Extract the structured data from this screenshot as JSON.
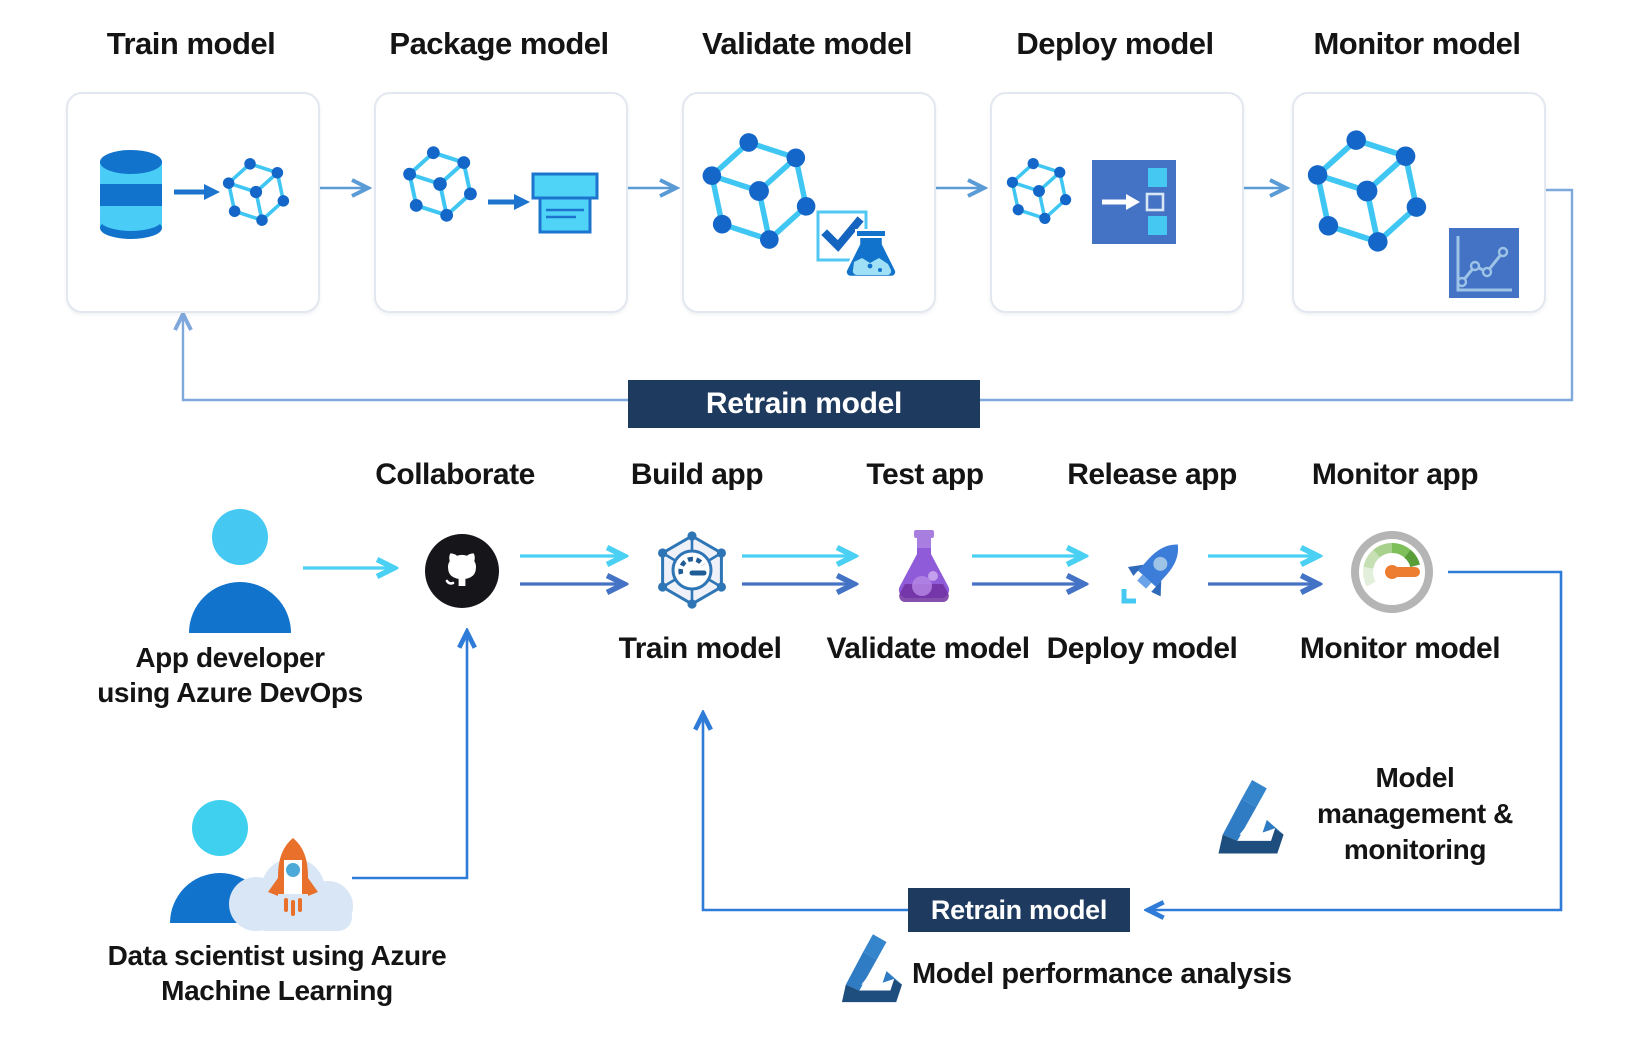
{
  "top_row": {
    "titles": [
      "Train model",
      "Package model",
      "Validate model",
      "Deploy model",
      "Monitor model"
    ],
    "retrain_banner": "Retrain model"
  },
  "app_flow": {
    "stage_labels": [
      "Collaborate",
      "Build app",
      "Test app",
      "Release app",
      "Monitor app"
    ],
    "model_labels": [
      "Train model",
      "Validate model",
      "Deploy model",
      "Monitor model"
    ],
    "retrain_banner": "Retrain model"
  },
  "actors": {
    "app_developer": {
      "line1": "App developer",
      "line2": "using Azure DevOps"
    },
    "data_scientist": {
      "line1": "Data scientist using Azure",
      "line2": "Machine Learning"
    }
  },
  "annotations": {
    "management": {
      "line1": "Model",
      "line2": "management &",
      "line3": "monitoring"
    },
    "performance": {
      "text": "Model performance analysis"
    }
  },
  "icons": {
    "top_row": [
      "database-icon",
      "model-cube-icon",
      "package-box-icon",
      "checkmark-flask-icon",
      "deploy-panel-icon",
      "line-chart-icon"
    ],
    "app_flow": [
      "github-icon",
      "build-gauge-hexagon-icon",
      "test-flask-icon",
      "release-rocket-icon",
      "monitor-gauge-icon"
    ],
    "other": [
      "person-icon",
      "cloud-rocket-icon",
      "azure-ml-logo-icon"
    ]
  },
  "colors": {
    "banner_navy": "#1e3a5f",
    "cyan_accent": "#45c8f1",
    "blue_accent": "#1173cb",
    "cube_edge_cyan": "#3fc6f3",
    "cube_node_blue": "#1467c8",
    "arrow_indigo": "#4472c4",
    "connector_blue": "#5b9bd5",
    "loop_light_blue": "#7fa8dd",
    "loop_dark_blue": "#2e7cd8",
    "gauge_orange": "#ed7d31",
    "test_purple": "#8f5bd8",
    "github_black": "#15151a",
    "deploy_panel_blue": "#4472c4"
  }
}
